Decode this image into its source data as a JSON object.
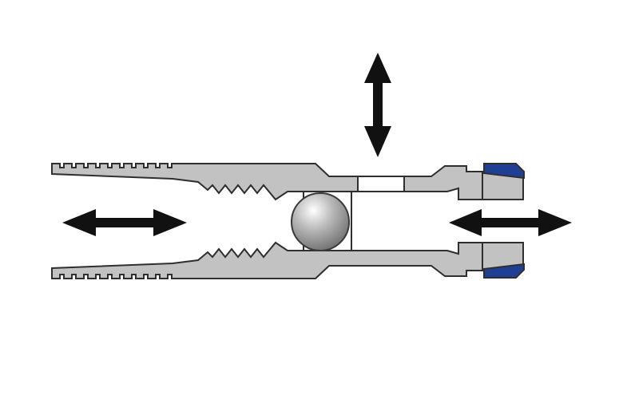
{
  "diagram": {
    "kind": "valve-cross-section",
    "colors": {
      "background": "#ffffff",
      "body_fill": "#c2c2c2",
      "outline": "#2f2f2f",
      "bore_fill": "#ffffff",
      "seal_fill": "#1e3f94",
      "arrow_fill": "#111111",
      "ball_light": "#ffffff",
      "ball_mid": "#b8b8b8",
      "ball_dark": "#6e6e6e"
    },
    "components": [
      "valve-body",
      "threaded-inlet",
      "ball",
      "side-port",
      "blue-seal-ring"
    ],
    "arrows": [
      {
        "name": "left-flow-arrow",
        "direction": "bidirectional-horizontal"
      },
      {
        "name": "top-port-arrow",
        "direction": "bidirectional-vertical"
      },
      {
        "name": "right-flow-arrow",
        "direction": "bidirectional-horizontal"
      }
    ]
  }
}
